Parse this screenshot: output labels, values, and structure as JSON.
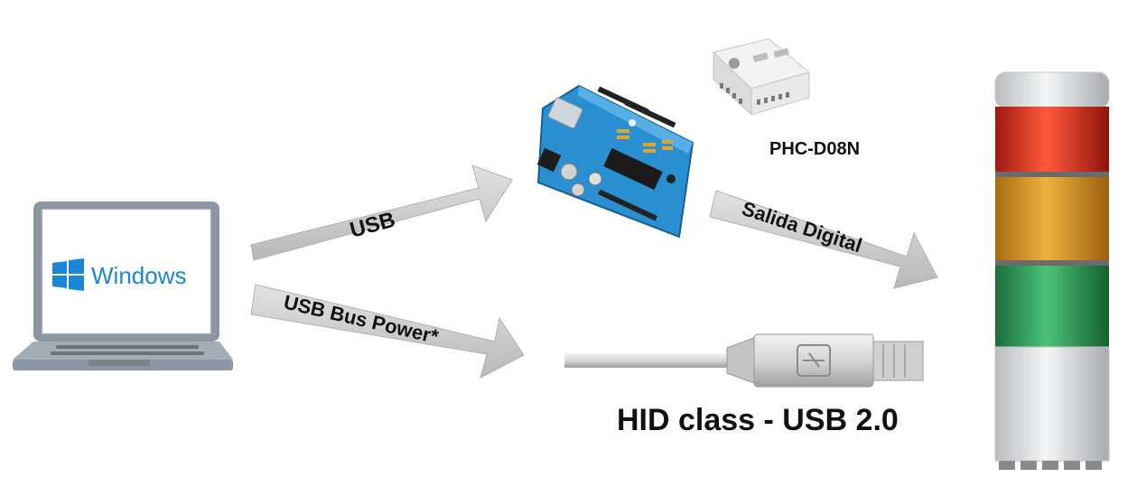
{
  "laptop": {
    "os_label": "Windows"
  },
  "arrows": {
    "usb": "USB",
    "usb_bus_power": "USB Bus Power*",
    "salida_digital": "Salida Digital"
  },
  "devices": {
    "module_label": "PHC-D08N",
    "cable_caption": "HID class - USB 2.0"
  },
  "colors": {
    "arrow_fill": "#c9c9c9",
    "windows_blue": "#1a86d6",
    "board_blue": "#2a8fd0",
    "tower_red": "#d92a1c",
    "tower_amber": "#e69a1f",
    "tower_green": "#2e9e57"
  }
}
